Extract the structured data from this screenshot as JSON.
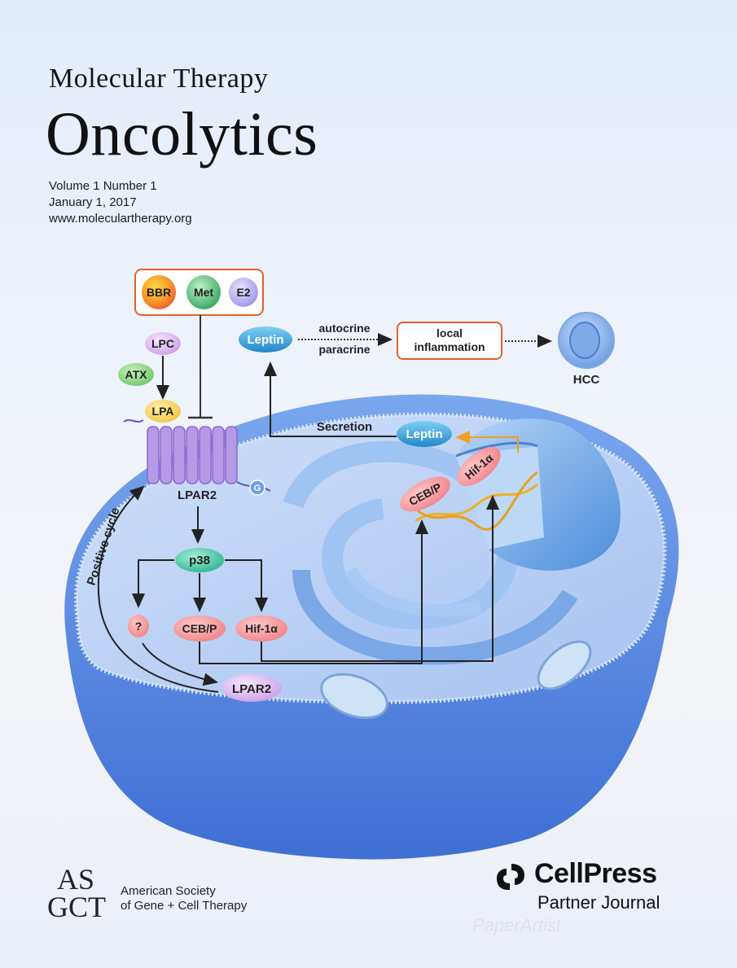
{
  "header": {
    "journal_line1": "Molecular Therapy",
    "journal_line2": "Oncolytics",
    "volume": "Volume 1 Number 1",
    "date": "January 1, 2017",
    "url": "www.moleculartherapy.org"
  },
  "diagram": {
    "drugs": [
      "BBR",
      "Met",
      "E2"
    ],
    "lpc": "LPC",
    "atx": "ATX",
    "lpa": "LPA",
    "receptor_label": "LPAR2",
    "g_label": "G",
    "leptin_out": "Leptin",
    "autocrine": "autocrine",
    "paracrine": "paracrine",
    "local_inflammation_1": "local",
    "local_inflammation_2": "inflammation",
    "hcc": "HCC",
    "secretion": "Secretion",
    "leptin_in": "Leptin",
    "nucleus_ceb": "CEB/P",
    "nucleus_hif": "Hif-1α",
    "p38": "p38",
    "question": "?",
    "ceb": "CEB/P",
    "hif": "Hif-1α",
    "lpar2_lower": "LPAR2",
    "positive_cycle": "Positive cycle"
  },
  "footer": {
    "society_line1": "American Society",
    "society_line2": "of Gene + Cell Therapy",
    "society_logo_text": "ASGCT",
    "cellpress": "CellPress",
    "partner": "Partner Journal",
    "watermark": "PaperArtist"
  },
  "colors": {
    "cell_body": "#6b9be8",
    "cell_top": "#a9c6f2",
    "orange_box": "#e0612a",
    "leptin": "#3aa3d8",
    "pink_node": "#f08a8e",
    "green_node": "#7ed07e",
    "purple_node": "#d9b8ec",
    "receptor": "#b79ae6"
  }
}
